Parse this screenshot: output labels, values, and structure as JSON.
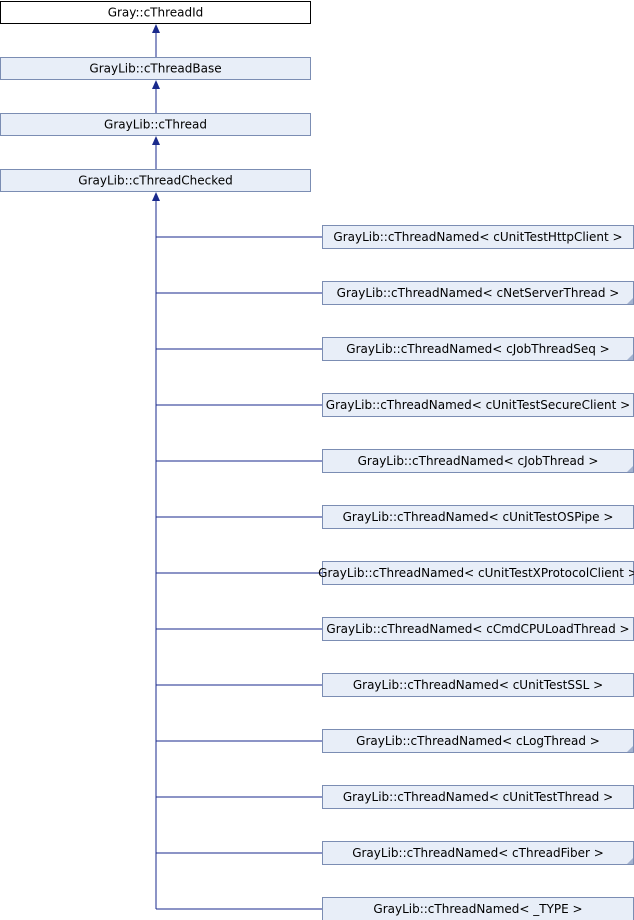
{
  "colors": {
    "node_fill": "#E8EEF8",
    "root_fill": "#FFFFFF",
    "node_border": "#7B8DB3",
    "root_border": "#000000",
    "edge": "#1A2A8C",
    "fold_marker": "#A3B2CF"
  },
  "diagram": {
    "type": "class-inheritance",
    "chain": [
      {
        "label": "Gray::cThreadId",
        "style": "root"
      },
      {
        "label": "GrayLib::cThreadBase",
        "style": "node"
      },
      {
        "label": "GrayLib::cThread",
        "style": "node"
      },
      {
        "label": "GrayLib::cThreadChecked",
        "style": "node"
      }
    ],
    "derived": [
      {
        "label": "GrayLib::cThreadNamed< cUnitTestHttpClient >",
        "folded": false
      },
      {
        "label": "GrayLib::cThreadNamed< cNetServerThread >",
        "folded": true
      },
      {
        "label": "GrayLib::cThreadNamed< cJobThreadSeq >",
        "folded": true
      },
      {
        "label": "GrayLib::cThreadNamed< cUnitTestSecureClient >",
        "folded": false
      },
      {
        "label": "GrayLib::cThreadNamed< cJobThread >",
        "folded": true
      },
      {
        "label": "GrayLib::cThreadNamed< cUnitTestOSPipe >",
        "folded": false
      },
      {
        "label": "GrayLib::cThreadNamed< cUnitTestXProtocolClient >",
        "folded": false
      },
      {
        "label": "GrayLib::cThreadNamed< cCmdCPULoadThread >",
        "folded": false
      },
      {
        "label": "GrayLib::cThreadNamed< cUnitTestSSL >",
        "folded": false
      },
      {
        "label": "GrayLib::cThreadNamed< cLogThread >",
        "folded": true
      },
      {
        "label": "GrayLib::cThreadNamed< cUnitTestThread >",
        "folded": false
      },
      {
        "label": "GrayLib::cThreadNamed< cThreadFiber >",
        "folded": true
      },
      {
        "label": "GrayLib::cThreadNamed< _TYPE >",
        "folded": false
      }
    ]
  }
}
